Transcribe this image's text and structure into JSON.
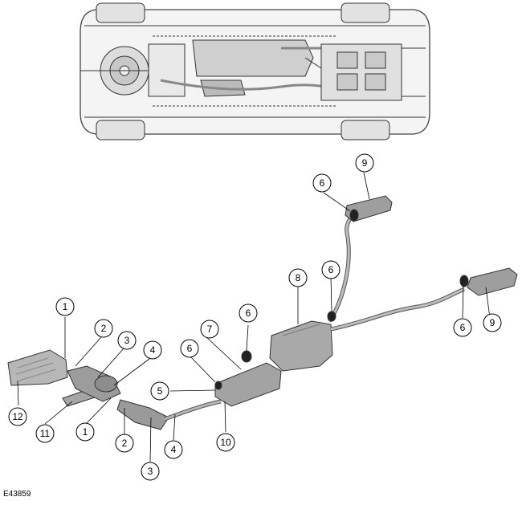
{
  "figure": {
    "reference_code": "E43859"
  },
  "callouts": [
    {
      "id": "c1a",
      "label": "1"
    },
    {
      "id": "c2a",
      "label": "2"
    },
    {
      "id": "c3a",
      "label": "3"
    },
    {
      "id": "c4a",
      "label": "4"
    },
    {
      "id": "c5",
      "label": "5"
    },
    {
      "id": "c6a",
      "label": "6"
    },
    {
      "id": "c7",
      "label": "7"
    },
    {
      "id": "c6b",
      "label": "6"
    },
    {
      "id": "c8",
      "label": "8"
    },
    {
      "id": "c6c",
      "label": "6"
    },
    {
      "id": "c6d",
      "label": "6"
    },
    {
      "id": "c9a",
      "label": "9"
    },
    {
      "id": "c6e",
      "label": "6"
    },
    {
      "id": "c9b",
      "label": "9"
    },
    {
      "id": "c12",
      "label": "12"
    },
    {
      "id": "c11",
      "label": "11"
    },
    {
      "id": "c1b",
      "label": "1"
    },
    {
      "id": "c2b",
      "label": "2"
    },
    {
      "id": "c3b",
      "label": "3"
    },
    {
      "id": "c4b",
      "label": "4"
    },
    {
      "id": "c10",
      "label": "10"
    }
  ]
}
